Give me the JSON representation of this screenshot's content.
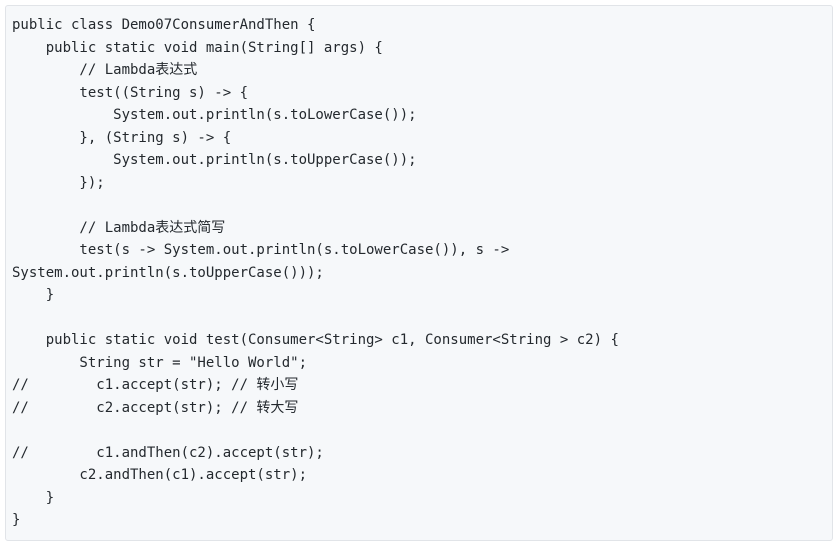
{
  "code": {
    "lines": [
      "public class Demo07ConsumerAndThen {",
      "    public static void main(String[] args) {",
      "        // Lambda表达式",
      "        test((String s) -> {",
      "            System.out.println(s.toLowerCase());",
      "        }, (String s) -> {",
      "            System.out.println(s.toUpperCase());",
      "        });",
      "",
      "        // Lambda表达式简写",
      "        test(s -> System.out.println(s.toLowerCase()), s ->",
      "System.out.println(s.toUpperCase()));",
      "    }",
      "",
      "    public static void test(Consumer<String> c1, Consumer<String > c2) {",
      "        String str = \"Hello World\";",
      "//        c1.accept(str); // 转小写",
      "//        c2.accept(str); // 转大写",
      "",
      "//        c1.andThen(c2).accept(str);",
      "        c2.andThen(c1).accept(str);",
      "    }",
      "}"
    ]
  }
}
